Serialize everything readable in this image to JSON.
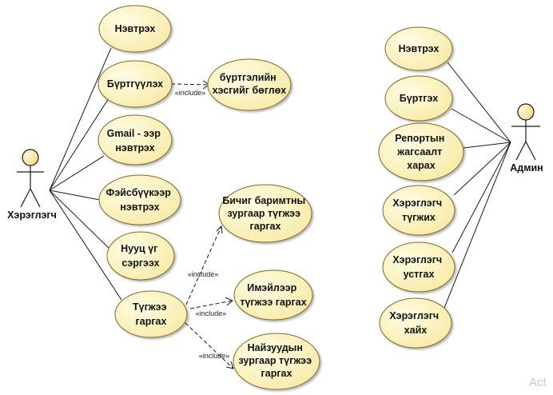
{
  "actors": {
    "user": {
      "label": "Хэрэглэгч"
    },
    "admin": {
      "label": "Админ"
    }
  },
  "use_cases": {
    "u_login": [
      "Нэвтрэх"
    ],
    "u_register": [
      "Бүртгүүлэх"
    ],
    "u_fillform": [
      "бүртгэлийн",
      "хэсгийг бөглөх"
    ],
    "u_gmail": [
      "Gmail - ээр",
      "нэвтрэх"
    ],
    "u_facebook": [
      "Фэйсбүүкээр",
      "нэвтрэх"
    ],
    "u_resetpw": [
      "Нууц үг",
      "сэргээх"
    ],
    "u_topup": [
      "Түгжээ",
      "гаргах"
    ],
    "u_docphoto": [
      "Бичиг баримтны",
      "зургаар түгжээ",
      "гаргах"
    ],
    "u_email": [
      "Имэйлээр",
      "түгжээ гаргах"
    ],
    "u_friendphoto": [
      "Найзуудын",
      "зургаар түгжээ",
      "гаргах"
    ],
    "a_login": [
      "Нэвтрэх"
    ],
    "a_register": [
      "Бүртгэх"
    ],
    "a_report": [
      "Репортын",
      "жагсаалт",
      "харах"
    ],
    "a_lock": [
      "Хэрэглэгч",
      "түгжих"
    ],
    "a_delete": [
      "Хэрэглэгч",
      "устгах"
    ],
    "a_search": [
      "Хэрэглэгч",
      "хайх"
    ]
  },
  "relations": {
    "include_label": "«include»"
  },
  "watermark": "Act",
  "colors": {
    "usecase_fill_light": "#fffde4",
    "usecase_fill_dark": "#f8eaa6",
    "usecase_stroke": "#7a6a2a",
    "actor_head_light": "#fff8d6",
    "actor_head_dark": "#f3d98a",
    "line": "#1a1a1a"
  }
}
